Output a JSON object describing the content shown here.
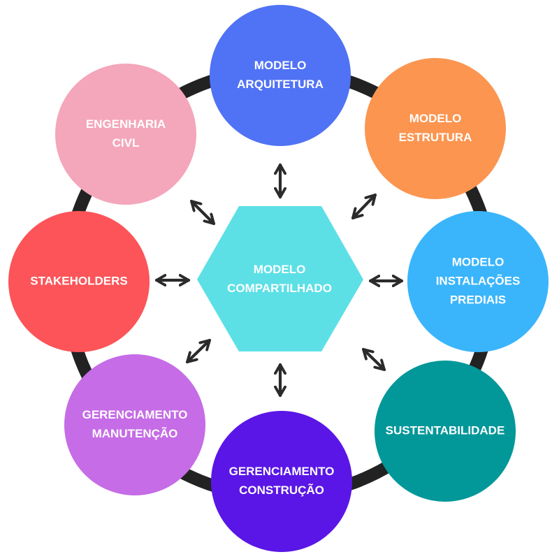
{
  "hub": {
    "lines": [
      "MODELO",
      "COMPARTILHADO"
    ],
    "color": "#5ce0e6"
  },
  "ring_color": "#222222",
  "arrow_color": "#2b2b2b",
  "nodes": [
    {
      "id": "modelo-arquitetura",
      "lines": [
        "MODELO",
        "ARQUITETURA"
      ],
      "color": "#5072f5"
    },
    {
      "id": "modelo-estrutura",
      "lines": [
        "MODELO",
        "ESTRUTURA"
      ],
      "color": "#fb9550"
    },
    {
      "id": "modelo-instalacoes-prediais",
      "lines": [
        "MODELO",
        "INSTALAÇÕES",
        "PREDIAIS"
      ],
      "color": "#3ab5fb"
    },
    {
      "id": "sustentabilidade",
      "lines": [
        "SUSTENTABILIDADE"
      ],
      "color": "#029799"
    },
    {
      "id": "gerenciamento-construcao",
      "lines": [
        "GERENCIAMENTO",
        "CONSTRUÇÃO"
      ],
      "color": "#5a16e6"
    },
    {
      "id": "gerenciamento-manutencao",
      "lines": [
        "GERENCIAMENTO",
        "MANUTENÇÃO"
      ],
      "color": "#c56ce6"
    },
    {
      "id": "stakeholders",
      "lines": [
        "STAKEHOLDERS"
      ],
      "color": "#fc5458"
    },
    {
      "id": "engenharia-civl",
      "lines": [
        "ENGENHARIA",
        "CIVL"
      ],
      "color": "#f4a6bb"
    }
  ]
}
